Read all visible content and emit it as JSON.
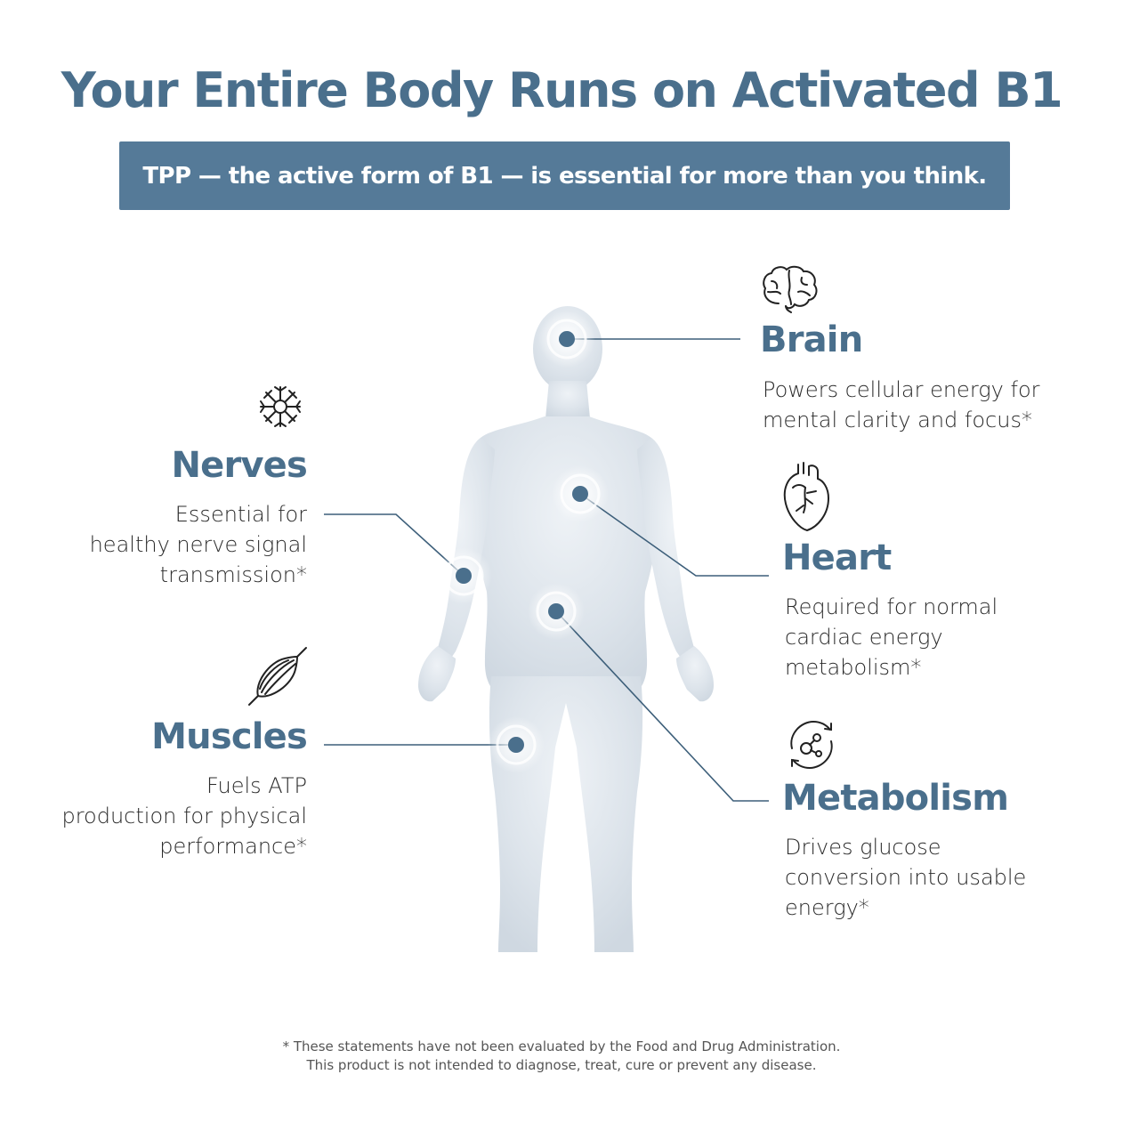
{
  "title": "Your Entire Body Runs on Activated B1",
  "subtitle": "TPP — the active form of B1 — is essential for more than you think.",
  "callouts": {
    "brain": {
      "heading": "Brain",
      "lines": [
        "Powers cellular energy for",
        "mental clarity and focus*"
      ],
      "icon": "brain-icon"
    },
    "nerves": {
      "heading": "Nerves",
      "lines": [
        "Essential for",
        "healthy nerve signal",
        "transmission*"
      ],
      "icon": "neuron-icon"
    },
    "heart": {
      "heading": "Heart",
      "lines": [
        "Required for normal",
        "cardiac energy",
        "metabolism*"
      ],
      "icon": "heart-icon"
    },
    "muscles": {
      "heading": "Muscles",
      "lines": [
        "Fuels ATP",
        "production for physical",
        "performance*"
      ],
      "icon": "muscle-icon"
    },
    "metabolism": {
      "heading": "Metabolism",
      "lines": [
        "Drives glucose",
        "conversion into usable",
        "energy*"
      ],
      "icon": "metabolism-cycle-icon"
    }
  },
  "footnote": {
    "line1": "* These statements have not been evaluated by the Food and Drug Administration.",
    "line2": "This product is not intended to diagnose, treat, cure or prevent any disease."
  },
  "colors": {
    "heading": "#4a6f8c",
    "banner": "#557a98",
    "marker": "#4a6f8c",
    "body_fill": "#dbe2ea",
    "connector": "#3d5f7a"
  }
}
